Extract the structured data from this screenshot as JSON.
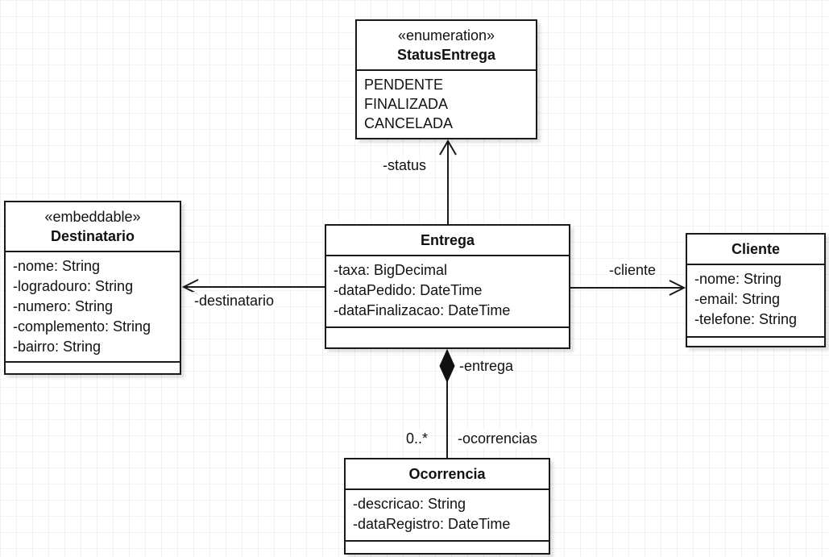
{
  "diagram": {
    "colors": {
      "line": "#1a1a1a",
      "box_fill": "#ffffff",
      "grid": "#f2f2f4"
    },
    "classes": [
      {
        "stereotype": "«enumeration»",
        "name": "StatusEntrega",
        "attributes": [
          "PENDENTE",
          "FINALIZADA",
          "CANCELADA"
        ]
      },
      {
        "stereotype": "«embeddable»",
        "name": "Destinatario",
        "attributes": [
          "-nome: String",
          "-logradouro: String",
          "-numero: String",
          "-complemento: String",
          "-bairro: String"
        ]
      },
      {
        "name": "Entrega",
        "attributes": [
          "-taxa: BigDecimal",
          "-dataPedido: DateTime",
          "-dataFinalizacao: DateTime"
        ]
      },
      {
        "name": "Cliente",
        "attributes": [
          "-nome: String",
          "-email: String",
          "-telefone: String"
        ]
      },
      {
        "name": "Ocorrencia",
        "attributes": [
          "-descricao: String",
          "-dataRegistro: DateTime"
        ]
      }
    ],
    "relationships": [
      {
        "type": "association",
        "from": "Entrega",
        "to": "StatusEntrega",
        "label": "-status"
      },
      {
        "type": "association",
        "from": "Entrega",
        "to": "Destinatario",
        "label": "-destinatario"
      },
      {
        "type": "association",
        "from": "Entrega",
        "to": "Cliente",
        "label": "-cliente"
      },
      {
        "type": "composition",
        "from": "Entrega",
        "to": "Ocorrencia",
        "source_label": "-entrega",
        "target_label": "-ocorrencias",
        "target_multiplicity": "0..*"
      }
    ]
  }
}
